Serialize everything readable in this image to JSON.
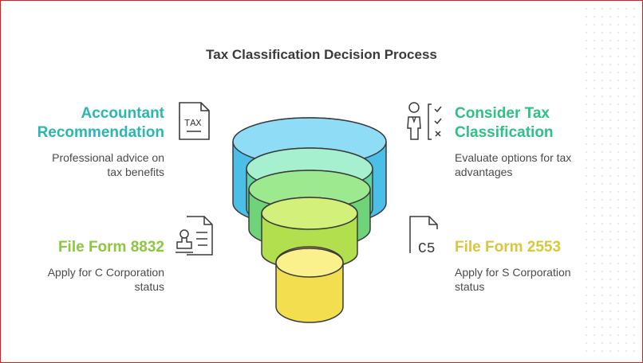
{
  "title": "Tax Classification Decision Process",
  "steps": [
    {
      "heading": "Accountant Recommendation",
      "heading_lines": [
        "Accountant",
        "Recommendation"
      ],
      "desc_lines": [
        "Professional advice on",
        "tax benefits"
      ],
      "icon": "tax-document-icon",
      "icon_text": "TAX",
      "color": "#2ab7b0"
    },
    {
      "heading": "Consider Tax Classification",
      "heading_lines": [
        "Consider Tax",
        "Classification"
      ],
      "desc_lines": [
        "Evaluate options for tax",
        "advantages"
      ],
      "icon": "person-checklist-icon",
      "color": "#2ec086"
    },
    {
      "heading": "File Form 8832",
      "heading_lines": [
        "File Form 8832"
      ],
      "desc_lines": [
        "Apply for C Corporation",
        "status"
      ],
      "icon": "stamp-document-icon",
      "color": "#8dc63f"
    },
    {
      "heading": "File Form 2553",
      "heading_lines": [
        "File Form 2553"
      ],
      "desc_lines": [
        "Apply for S Corporation",
        "status"
      ],
      "icon": "form-c5-icon",
      "icon_text": "C5",
      "color": "#d9c73b"
    }
  ],
  "tiers": [
    {
      "color": "#5ac8f0"
    },
    {
      "color": "#6ee0b0"
    },
    {
      "color": "#8fe27a"
    },
    {
      "color": "#c6ea62"
    },
    {
      "color": "#f6e56e"
    }
  ]
}
